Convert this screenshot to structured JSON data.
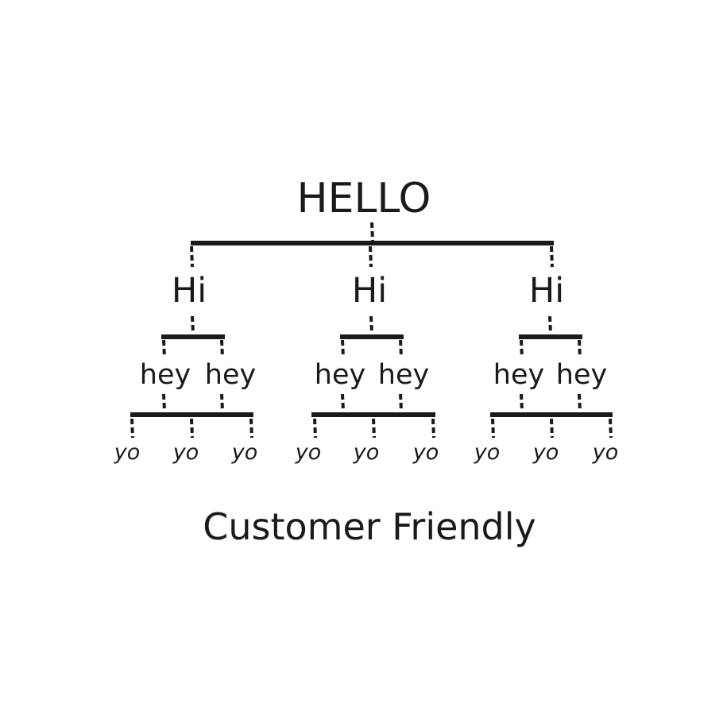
{
  "diagram": {
    "root": {
      "label": "HELLO",
      "children": [
        {
          "label": "Hi",
          "children": [
            {
              "label": "hey"
            },
            {
              "label": "hey"
            }
          ],
          "leaves": [
            {
              "label": "yo"
            },
            {
              "label": "yo"
            },
            {
              "label": "yo"
            }
          ]
        },
        {
          "label": "Hi",
          "children": [
            {
              "label": "hey"
            },
            {
              "label": "hey"
            }
          ],
          "leaves": [
            {
              "label": "yo"
            },
            {
              "label": "yo"
            },
            {
              "label": "yo"
            }
          ]
        },
        {
          "label": "Hi",
          "children": [
            {
              "label": "hey"
            },
            {
              "label": "hey"
            }
          ],
          "leaves": [
            {
              "label": "yo"
            },
            {
              "label": "yo"
            },
            {
              "label": "yo"
            }
          ]
        }
      ]
    },
    "caption": "Customer Friendly"
  }
}
